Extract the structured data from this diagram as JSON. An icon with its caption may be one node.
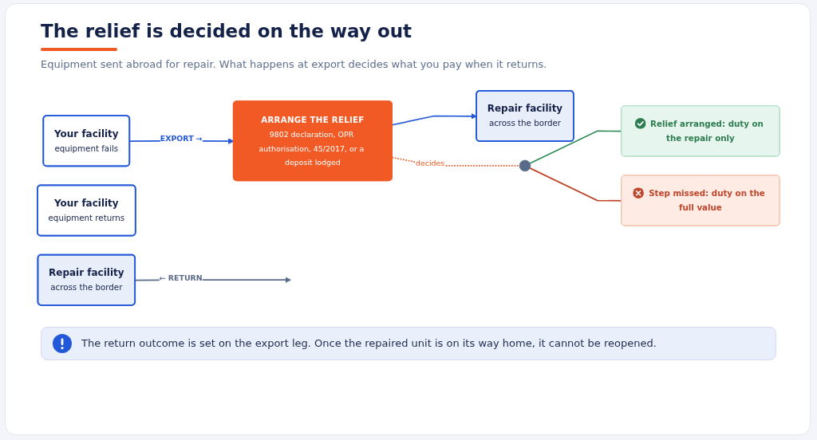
{
  "diagram": {
    "title": "The relief is decided on the way out",
    "nodes": [
      {
        "text": [
          "Your facility",
          "equipment fails"
        ]
      },
      {
        "text": [
          "ARRANGE THE RELIEF",
          "9802 declaration, OPR authorisation, 45/2017, or a deposit lodged"
        ]
      },
      {
        "text": [
          "Repair facility",
          "across the border"
        ]
      },
      {
        "text": [
          "Your facility",
          "equipment returns"
        ]
      },
      {
        "text": [
          "Relief arranged: duty on the repair only"
        ]
      },
      {
        "text": [
          "Step missed: duty on the full value"
        ]
      },
      {
        "text": [],
        "shape": "circle"
      },
      {
        "text": [
          "Repair facility",
          "across the border"
        ]
      }
    ],
    "edges": [
      {
        "from": 0,
        "to": 1,
        "arrow": "to",
        "label": "EXPORT →",
        "color": "#2358d8"
      },
      {
        "from": 1,
        "to": 2,
        "arrow": "to",
        "color": "#2358d8"
      },
      {
        "from": 1,
        "to": 6,
        "arrow": "none",
        "label": "decides",
        "style": "dashed",
        "color": "#f05a24"
      },
      {
        "from": 7,
        "to": null,
        "arrow": "to",
        "label": "← RETURN",
        "color": "#5a6b8a"
      },
      {
        "from": 6,
        "to": 4,
        "arrow": "none",
        "color": "#2e8b57"
      },
      {
        "from": 6,
        "to": 5,
        "arrow": "none",
        "color": "#c0462b"
      }
    ],
    "labels": [
      "Equipment sent abroad for repair. What happens at export decides what you pay when it returns.",
      "The return outcome is set on the export leg. Once the repaired unit is on its way home, it cannot be reopened."
    ]
  }
}
